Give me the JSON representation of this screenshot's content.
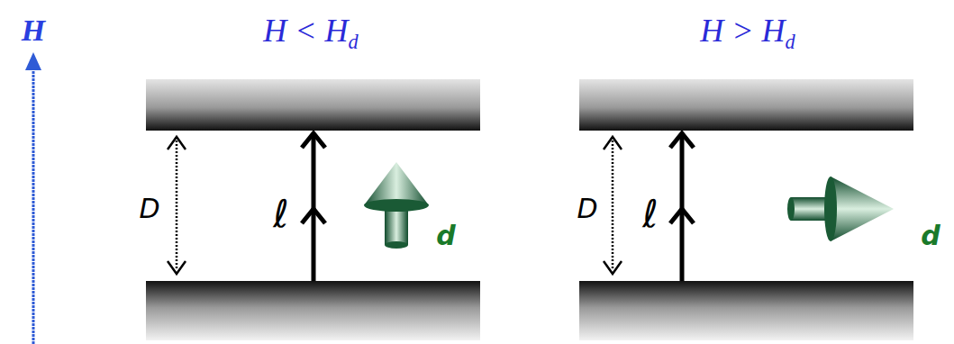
{
  "diagram": {
    "labels": [
      "H",
      "H < Hd",
      "D",
      "ℓ",
      "d",
      "H > Hd",
      "D",
      "ℓ",
      "d"
    ]
  }
}
